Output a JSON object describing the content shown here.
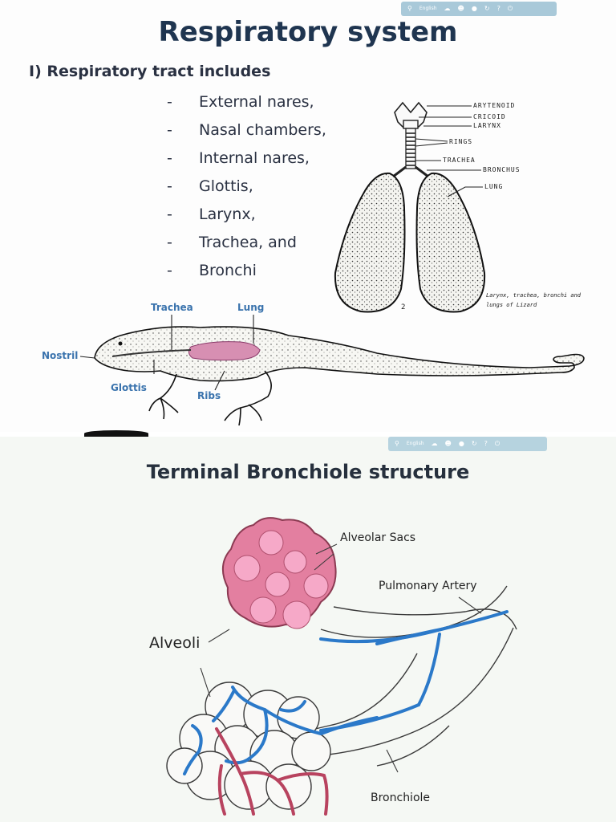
{
  "slide1": {
    "title": "Respiratory system",
    "heading": "I) Respiratory tract includes",
    "dash": "-",
    "items": [
      "External nares,",
      "Nasal chambers,",
      "Internal nares,",
      "Glottis,",
      "Larynx,",
      "Trachea, and",
      "Bronchi"
    ],
    "lung_diagram": {
      "labels": [
        "ARYTENOID",
        "CRICOID",
        "LARYNX",
        "RINGS",
        "TRACHEA",
        "BRONCHUS",
        "LUNG"
      ],
      "caption_line1": "Larynx, trachea, bronchi and",
      "caption_line2": "lungs of Lizard",
      "figure_number": "2"
    },
    "lizard_diagram": {
      "trachea": "Trachea",
      "lung": "Lung",
      "nostril": "Nostril",
      "glottis": "Glottis",
      "ribs": "Ribs"
    }
  },
  "slide2": {
    "title": "Terminal Bronchiole structure",
    "alveolar_sacs": "Alveolar Sacs",
    "pulmonary_artery": "Pulmonary Artery",
    "alveoli": "Alveoli",
    "bronchiole": "Bronchiole"
  },
  "toolbar": {
    "language": "English"
  },
  "colors": {
    "title": "#1f3550",
    "label_blue": "#3a73ad",
    "alveolar_sac_fill": "#e37fa0",
    "alveolus_fill": "#f6a9c8",
    "vessel_blue": "#2b79c9",
    "vessel_red": "#b8435f",
    "lung_pink": "#d78fb2"
  },
  "icons": [
    "search-icon",
    "cloud-icon",
    "person-icon",
    "record-icon",
    "refresh-icon",
    "help-icon",
    "power-icon"
  ]
}
